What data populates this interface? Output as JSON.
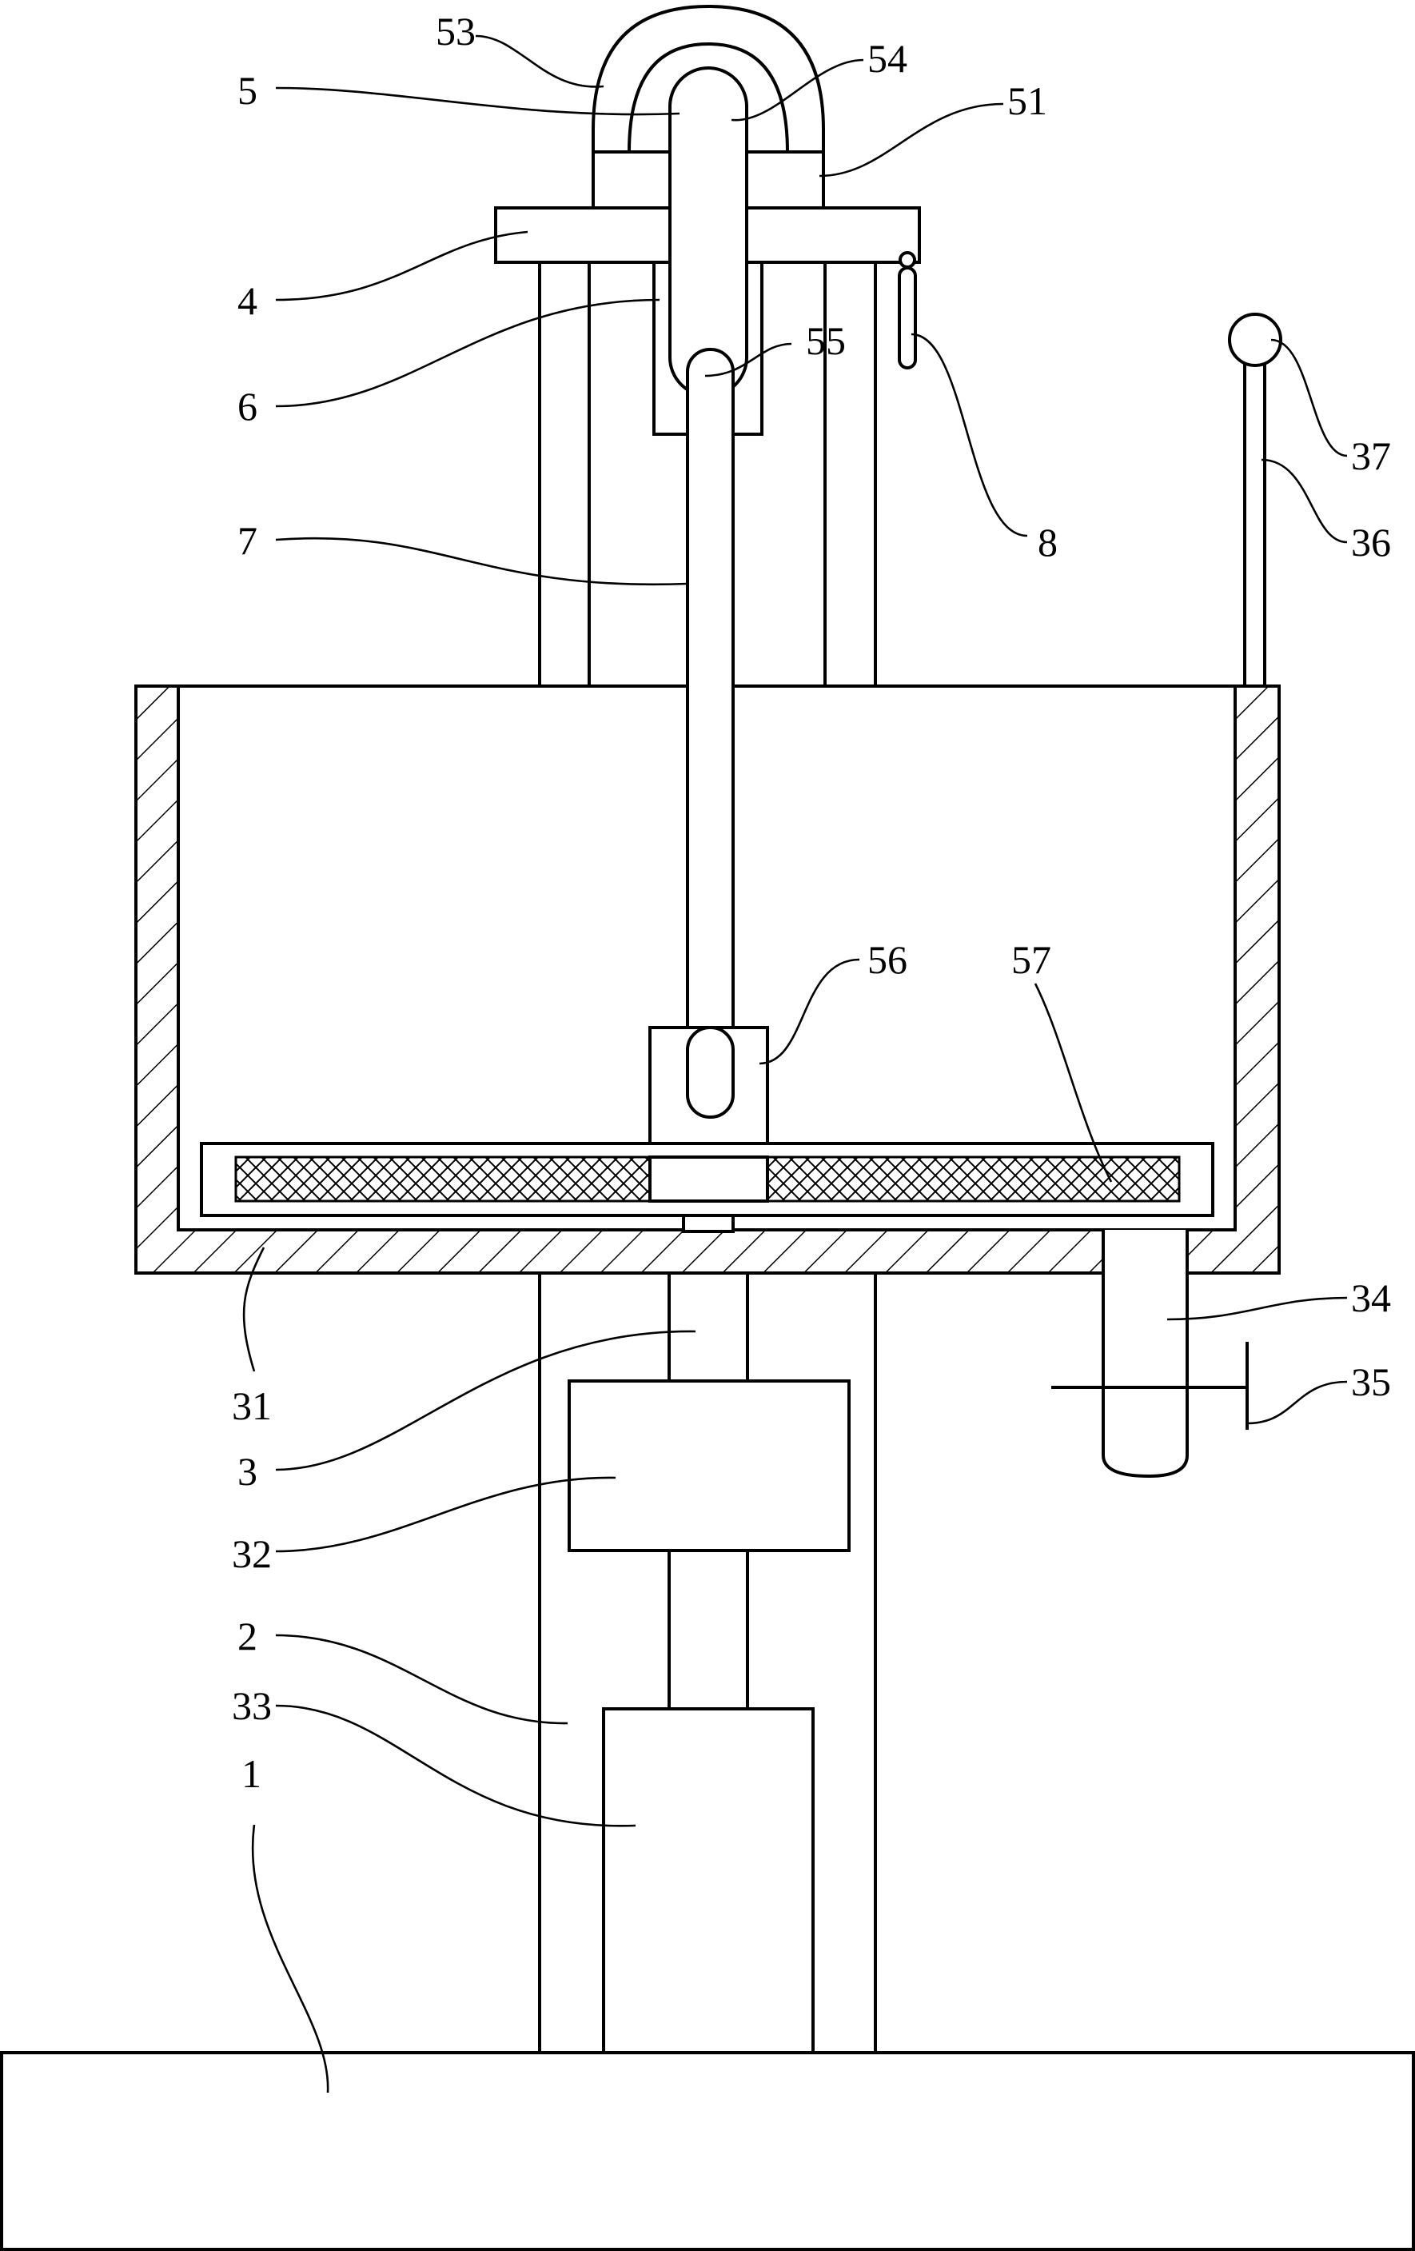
{
  "figure": {
    "labels": {
      "l1": "1",
      "l2": "2",
      "l3": "3",
      "l4": "4",
      "l5": "5",
      "l6": "6",
      "l7": "7",
      "l8": "8",
      "l31": "31",
      "l32": "32",
      "l33": "33",
      "l34": "34",
      "l35": "35",
      "l36": "36",
      "l37": "37",
      "l51": "51",
      "l53": "53",
      "l54": "54",
      "l55": "55",
      "l56": "56",
      "l57": "57"
    }
  }
}
